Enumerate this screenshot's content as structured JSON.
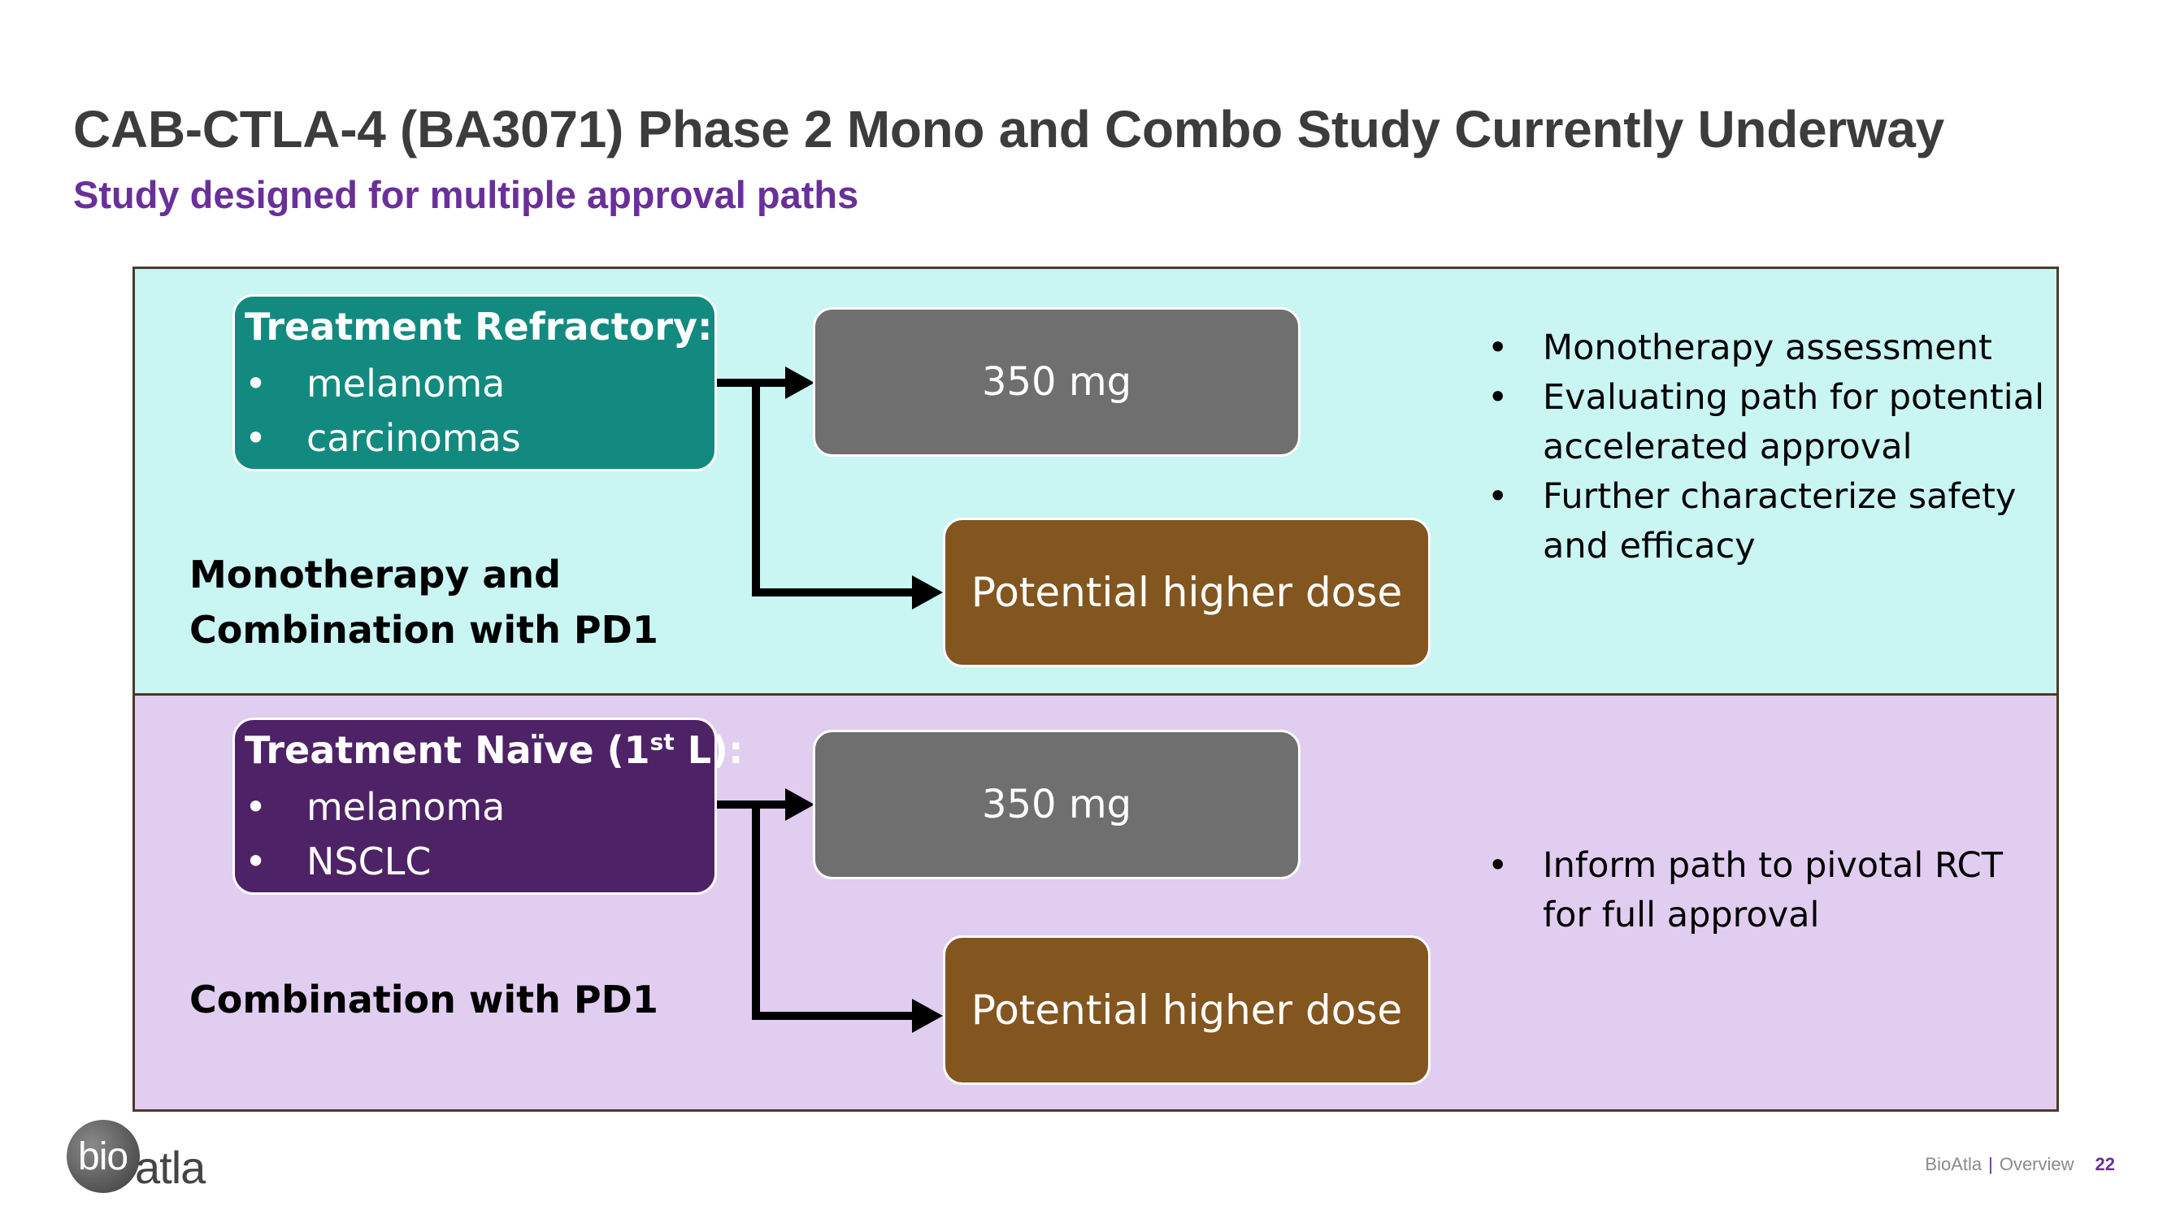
{
  "title": "CAB-CTLA-4 (BA3071) Phase 2 Mono and Combo Study Currently Underway",
  "subtitle": "Study designed for multiple approval paths",
  "colors": {
    "title": "#3c3c3c",
    "subtitle": "#6a2f9a",
    "top_panel_bg": "#c9f5f3",
    "bottom_panel_bg": "#e0cdef",
    "refractory_box": "#138a7f",
    "naive_box": "#4e2266",
    "dose_350_box": "#6f6f6f",
    "higher_dose_box": "#835620"
  },
  "top_section": {
    "group_header": "Treatment Refractory:",
    "group_items": [
      "melanoma",
      "carcinomas"
    ],
    "row_label_line1": "Monotherapy and",
    "row_label_line2": "Combination with PD1",
    "dose_box": "350 mg",
    "higher_dose_box": "Potential higher dose",
    "bullets": [
      "Monotherapy assessment",
      "Evaluating path for potential accelerated approval",
      "Further characterize safety and efficacy"
    ]
  },
  "bottom_section": {
    "group_header_pre": "Treatment Naïve (1",
    "group_header_sup": "st",
    "group_header_post": " L):",
    "group_items": [
      "melanoma",
      "NSCLC"
    ],
    "row_label": "Combination with PD1",
    "dose_box": "350 mg",
    "higher_dose_box": "Potential higher dose",
    "bullets": [
      "Inform path to pivotal RCT for full approval"
    ]
  },
  "logo": {
    "bio": "bio",
    "atla": "atla"
  },
  "footer": {
    "company": "BioAtla",
    "separator": "|",
    "section": "Overview",
    "page_number": "22"
  }
}
